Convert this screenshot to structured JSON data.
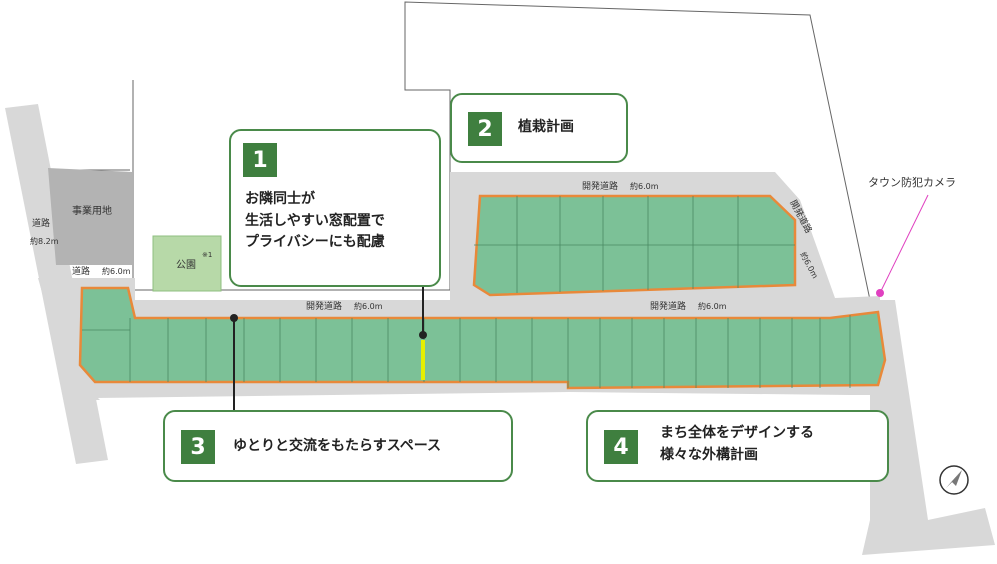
{
  "map": {
    "labels": {
      "business_land": "事業用地",
      "park": "公園",
      "park_note": "※1",
      "road_left": "道路",
      "road_left_width": "約8.2m",
      "road_mid": "道路",
      "road_mid_width": "約6.0m",
      "dev_road_top": "開発道路",
      "dev_road_top_width": "約6.0m",
      "dev_road_center": "開発道路",
      "dev_road_center_width": "約6.0m",
      "dev_road_right": "開発道路",
      "dev_road_right_width": "約6.0m",
      "dev_road_diag": "開発道路",
      "dev_road_diag_width": "約6.0m",
      "camera": "タウン防犯カメラ"
    },
    "colors": {
      "lot_fill": "#7cc197",
      "lot_border": "#e8893a",
      "road_fill": "#d8d8d8",
      "callout_border": "#4a8a4a",
      "number_bg": "#3f7f3f",
      "camera": "#e040c0",
      "highlight": "#e6f000"
    }
  },
  "callouts": [
    {
      "number": "1",
      "lines": [
        "お隣同士が",
        "生活しやすい窓配置で",
        "プライバシーにも配慮"
      ]
    },
    {
      "number": "2",
      "lines": [
        "植栽計画"
      ]
    },
    {
      "number": "3",
      "lines": [
        "ゆとりと交流をもたらすスペース"
      ]
    },
    {
      "number": "4",
      "lines": [
        "まち全体をデザインする",
        "様々な外構計画"
      ]
    }
  ]
}
